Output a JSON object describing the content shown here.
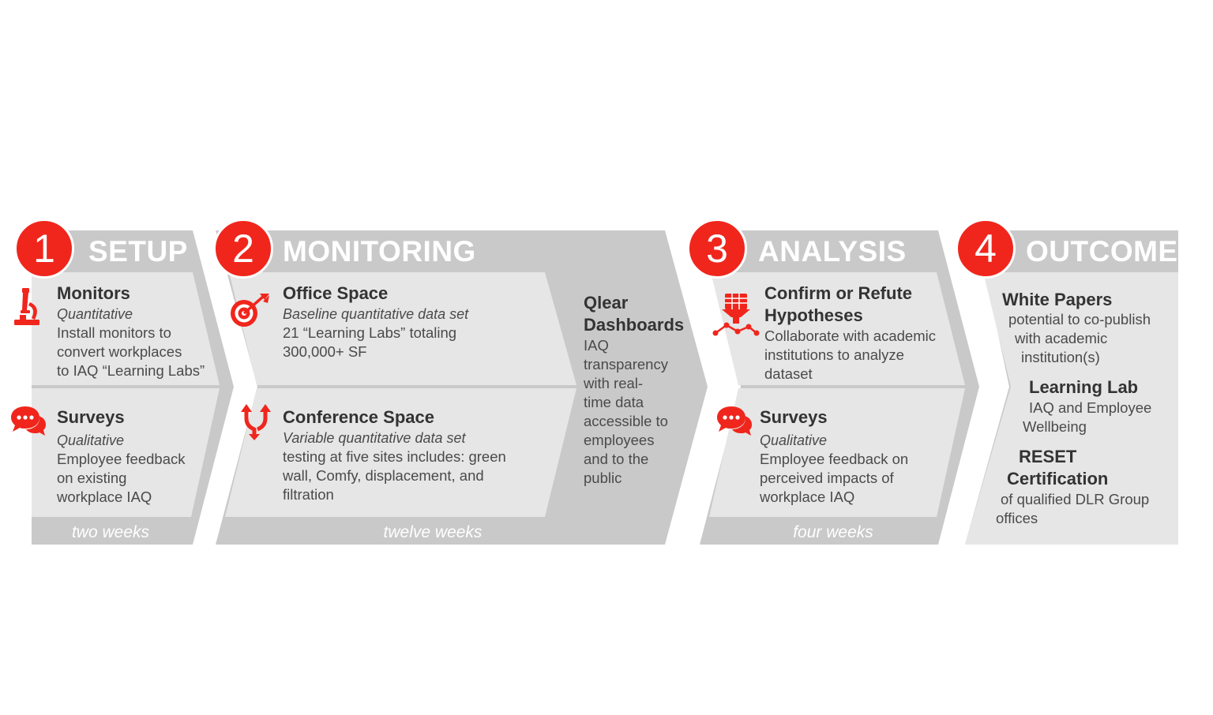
{
  "colors": {
    "accent": "#f0261d",
    "band": "#c9c9c9",
    "panel": "#e6e6e6",
    "text": "#3a3a3a"
  },
  "phases": [
    {
      "number": "1",
      "title": "SETUP",
      "duration": "two weeks"
    },
    {
      "number": "2",
      "title": "MONITORING",
      "duration": "twelve weeks"
    },
    {
      "number": "3",
      "title": "ANALYSIS",
      "duration": "four weeks"
    },
    {
      "number": "4",
      "title": "OUTCOME"
    }
  ],
  "setup": {
    "monitors": {
      "heading": "Monitors",
      "subtitle": "Quantitative",
      "lines": [
        "Install monitors to",
        "convert workplaces",
        "to IAQ  “Learning Labs”"
      ]
    },
    "surveys": {
      "heading": "Surveys",
      "subtitle": "Qualitative",
      "lines": [
        "Employee feedback",
        "on existing",
        "workplace IAQ"
      ]
    }
  },
  "monitoring": {
    "office": {
      "heading": "Office Space",
      "subtitle": "Baseline quantitative data set",
      "lines": [
        "21 “Learning Labs” totaling",
        "300,000+ SF"
      ]
    },
    "conference": {
      "heading": "Conference Space",
      "subtitle": "Variable quantitative data set",
      "lines": [
        "testing at five sites includes: green",
        "wall, Comfy, displacement, and",
        "filtration"
      ]
    },
    "dashboards": {
      "heading_lines": [
        "Qlear",
        "Dashboards"
      ],
      "lines": [
        "IAQ",
        "transparency",
        "with real-",
        "time data",
        "accessible to",
        "employees",
        "and to the",
        "public"
      ]
    }
  },
  "analysis": {
    "hypotheses": {
      "heading_lines": [
        "Confirm or Refute",
        "Hypotheses"
      ],
      "lines": [
        "Collaborate with academic",
        "institutions to analyze",
        "dataset"
      ]
    },
    "surveys": {
      "heading": "Surveys",
      "subtitle": "Qualitative",
      "lines": [
        "Employee feedback on",
        "perceived impacts of",
        "workplace IAQ"
      ]
    }
  },
  "outcome": {
    "white_papers": {
      "heading": "White Papers",
      "lines": [
        "potential to co-publish",
        "with academic",
        "institution(s)"
      ]
    },
    "learning_lab": {
      "heading": "Learning Lab",
      "lines": [
        "IAQ and Employee",
        "Wellbeing"
      ]
    },
    "reset": {
      "heading_lines": [
        "RESET",
        "Certification"
      ],
      "lines": [
        "of qualified DLR Group",
        "offices"
      ]
    }
  },
  "icons": [
    "microscope-icon",
    "chat-bubbles-icon",
    "target-icon",
    "split-arrows-icon",
    "data-funnel-icon",
    "chat-bubbles-icon"
  ]
}
